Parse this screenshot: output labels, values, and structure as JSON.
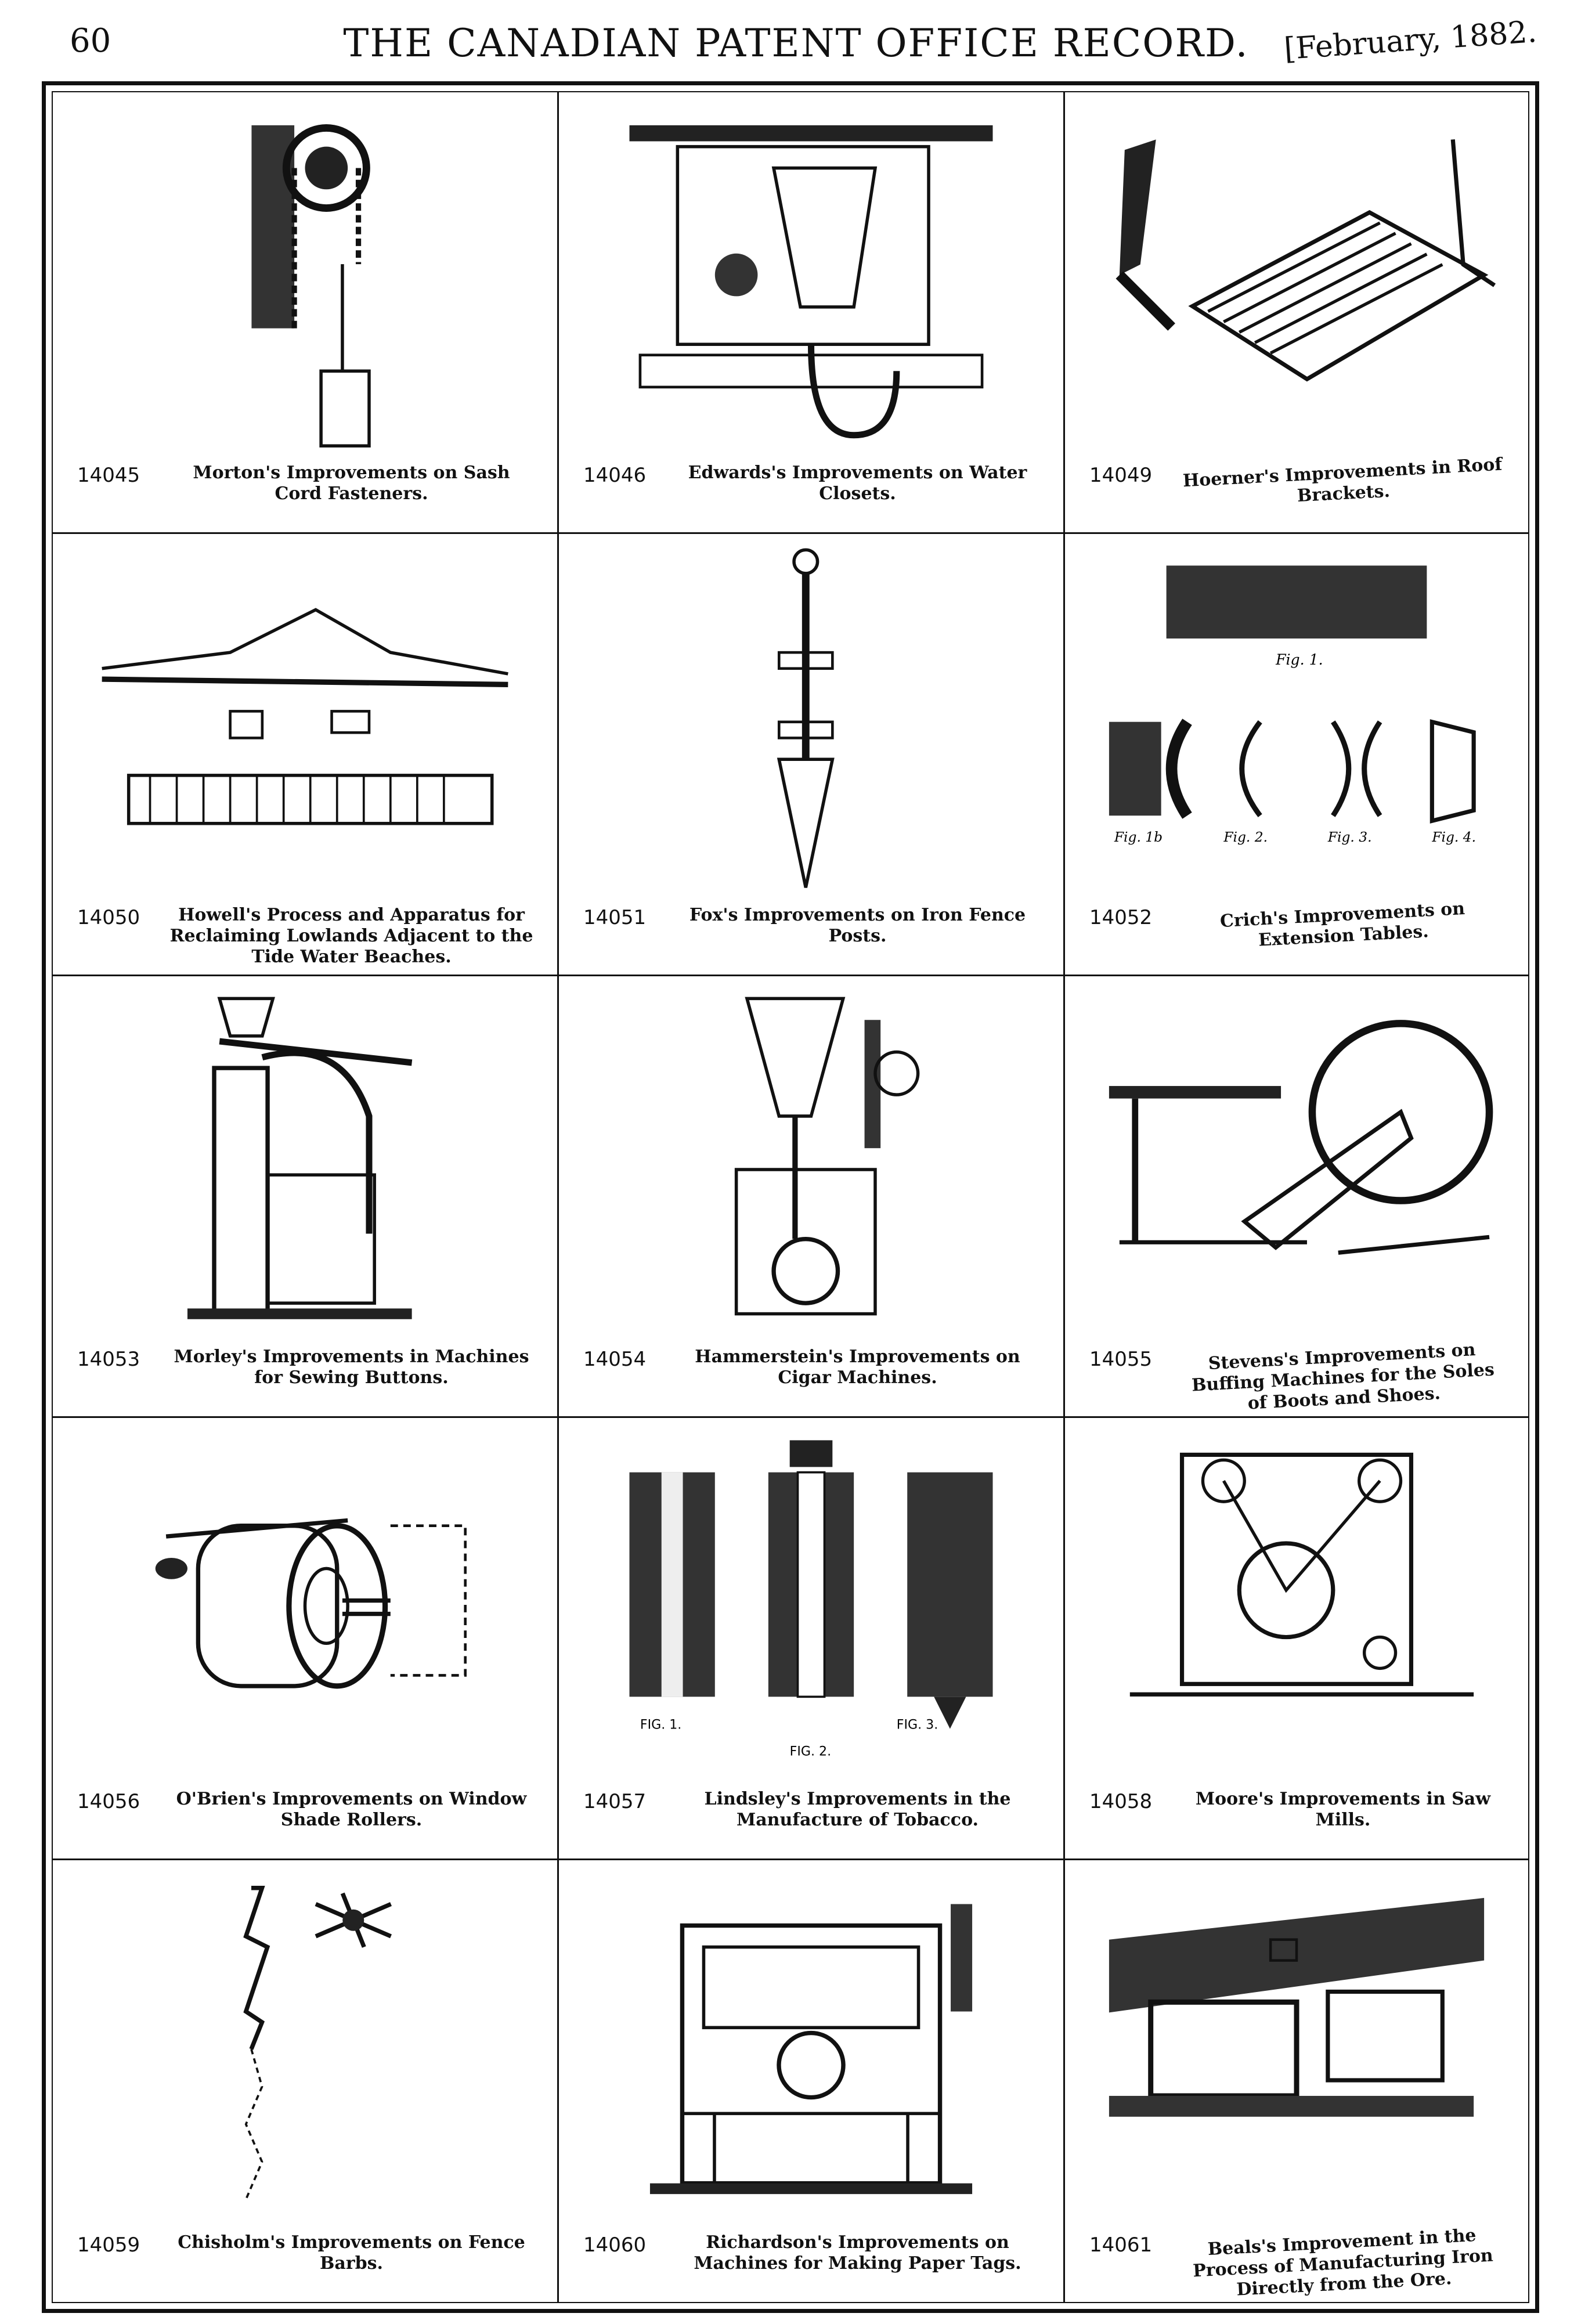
{
  "header": {
    "page_number": "60",
    "title": "THE CANADIAN PATENT OFFICE RECORD.",
    "date": "[February, 1882."
  },
  "entries": [
    {
      "number": "14045",
      "caption": "Morton's Improvements on Sash Cord Fasteners."
    },
    {
      "number": "14046",
      "caption": "Edwards's Improvements on Water Closets."
    },
    {
      "number": "14049",
      "caption": "Hoerner's Improvements in Roof Brackets."
    },
    {
      "number": "14050",
      "caption": "Howell's Process and Apparatus for Reclaiming Lowlands Adjacent to the Tide Water Beaches."
    },
    {
      "number": "14051",
      "caption": "Fox's Improvements on Iron Fence Posts."
    },
    {
      "number": "14052",
      "caption": "Crich's Improvements on Extension Tables."
    },
    {
      "number": "14053",
      "caption": "Morley's Improvements in Machines for Sewing Buttons."
    },
    {
      "number": "14054",
      "caption": "Hammerstein's Improvements on Cigar Machines."
    },
    {
      "number": "14055",
      "caption": "Stevens's Improvements on Buffing Machines for the Soles of Boots and Shoes."
    },
    {
      "number": "14056",
      "caption": "O'Brien's Improvements on Window Shade Rollers."
    },
    {
      "number": "14057",
      "caption": "Lindsley's Improvements in the Manufacture of Tobacco."
    },
    {
      "number": "14058",
      "caption": "Moore's Improvements in Saw Mills."
    },
    {
      "number": "14059",
      "caption": "Chisholm's Improvements on Fence Barbs."
    },
    {
      "number": "14060",
      "caption": "Richardson's Improvements on Machines for Making Paper Tags."
    },
    {
      "number": "14061",
      "caption": "Beals's Improvement in the Process of Manufacturing Iron Directly from the Ore."
    }
  ],
  "figure_labels": {
    "fig1": "Fig. 1.",
    "fig2": "Fig. 2.",
    "fig3": "Fig. 3.",
    "fig4": "Fig. 4.",
    "fig1b": "Fig. 1b",
    "big_fig1": "FIG. 1.",
    "big_fig2": "FIG. 2.",
    "big_fig3": "FIG. 3."
  }
}
